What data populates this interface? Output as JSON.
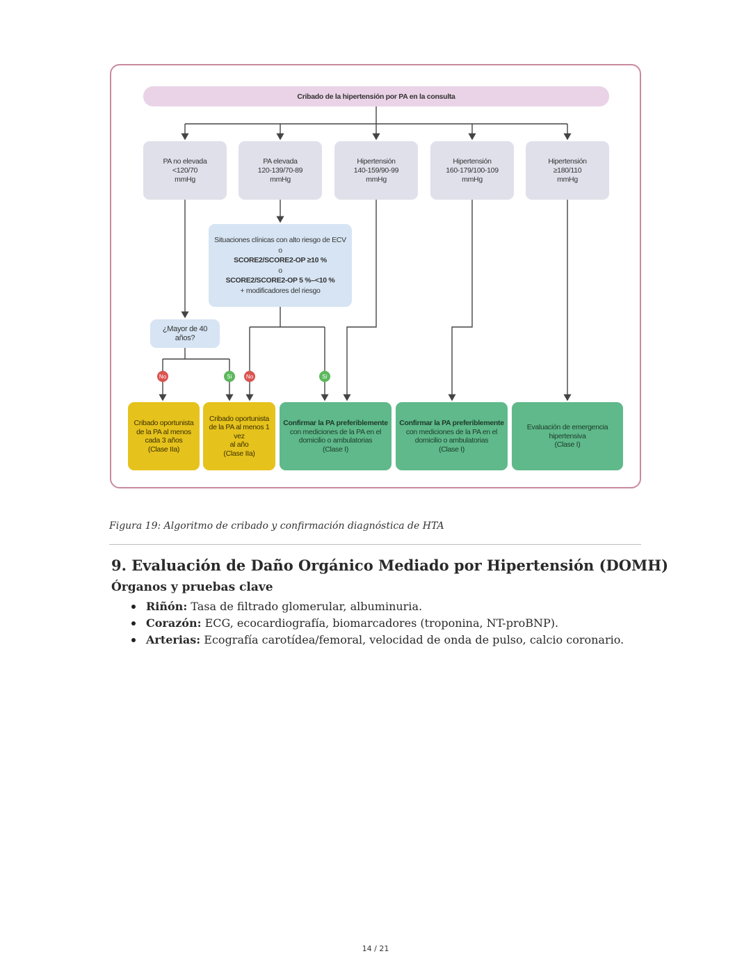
{
  "figure": {
    "top": "Cribado de la hipertensión por PA en la consulta",
    "categories": [
      [
        "PA no elevada",
        "<120/70",
        "mmHg"
      ],
      [
        "PA elevada",
        "120-139/70-89",
        "mmHg"
      ],
      [
        "Hipertensión",
        "140-159/90-99",
        "mmHg"
      ],
      [
        "Hipertensión",
        "160-179/100-109",
        "mmHg"
      ],
      [
        "Hipertensión",
        "≥180/110",
        "mmHg"
      ]
    ],
    "risk": [
      "Situaciones clínicas con alto riesgo de ECV",
      "o",
      "SCORE2/SCORE2-OP ≥10 %",
      "o",
      "SCORE2/SCORE2-OP 5 %–<10 %",
      "+ modificadores del riesgo"
    ],
    "question": "¿Mayor de 40 años?",
    "badges": {
      "no": "No",
      "si": "Sí"
    },
    "outcomes": [
      [
        "Cribado oportunista",
        "de la PA al menos",
        "cada 3 años",
        "(Clase IIa)"
      ],
      [
        "Cribado oportunista",
        "de la PA al menos 1 vez",
        "al año",
        "(Clase IIa)"
      ],
      [
        "Confirmar la PA preferiblemente",
        "con mediciones de la PA en el",
        "domicilio o ambulatorias",
        "(Clase I)"
      ],
      [
        "Confirmar la PA preferiblemente",
        "con mediciones de la PA en el",
        "domicilio o ambulatorias",
        "(Clase I)"
      ],
      [
        "Evaluación de emergencia",
        "hipertensiva",
        "(Clase I)"
      ]
    ]
  },
  "caption": "Figura 19: Algoritmo de cribado y confirmación diagnóstica de HTA",
  "section": {
    "title": "9. Evaluación de Daño Orgánico Mediado por Hipertensión (DOMH)",
    "subtitle": "Órganos y pruebas clave",
    "items": [
      {
        "label": "Riñón:",
        "text": " Tasa de filtrado glomerular, albuminuria."
      },
      {
        "label": "Corazón:",
        "text": " ECG, ecocardiografía, biomarcadores (troponina, NT-proBNP)."
      },
      {
        "label": "Arterias:",
        "text": " Ecografía carotídea/femoral, velocidad de onda de pulso, calcio coronario."
      }
    ]
  },
  "footer": "14 / 21",
  "colors": {
    "frame": "#c98a9c",
    "yellow": "#e6c21d",
    "green": "#5fb98a",
    "no": "#d9534f",
    "si": "#5cb85c"
  }
}
